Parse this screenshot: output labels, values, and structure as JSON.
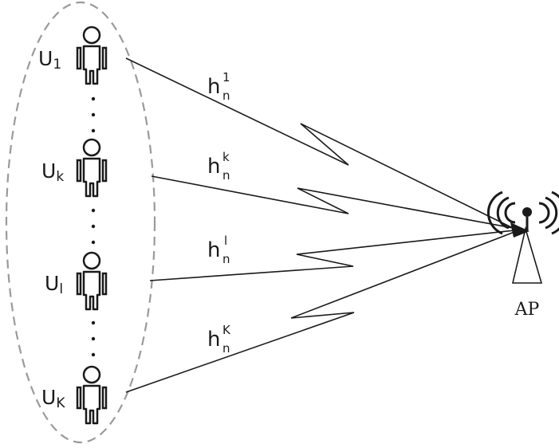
{
  "users": [
    {
      "main": "U",
      "sub": "1"
    },
    {
      "main": "U",
      "sub": "k"
    },
    {
      "main": "U",
      "sub": "l"
    },
    {
      "main": "U",
      "sub": "K"
    }
  ],
  "channels": [
    {
      "main": "h",
      "sub": "n",
      "sup": "1"
    },
    {
      "main": "h",
      "sub": "n",
      "sup": "k"
    },
    {
      "main": "h",
      "sub": "n",
      "sup": "l"
    },
    {
      "main": "h",
      "sub": "n",
      "sup": "K"
    }
  ],
  "ap_label": "AP",
  "colors": {
    "line": "#1a1a1a",
    "ellipse": "#9a9a9a"
  }
}
